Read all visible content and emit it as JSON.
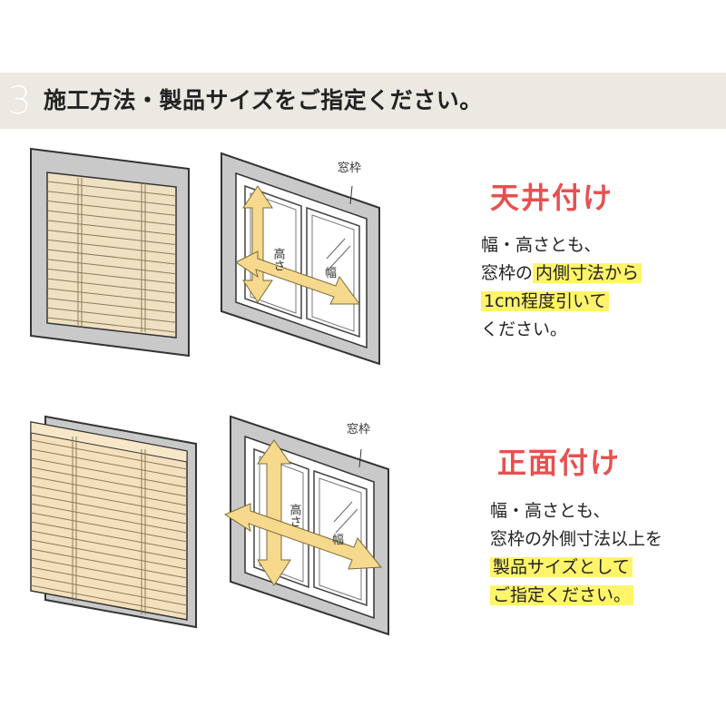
{
  "header": {
    "step": "3",
    "title": "施工方法・製品サイズをご指定ください。"
  },
  "section_inside": {
    "title": "天井付け",
    "frame_label": "窓枠",
    "height_label": "高さ",
    "width_label": "幅",
    "desc_lines": [
      [
        {
          "text": "幅・高さとも、",
          "hl": false
        }
      ],
      [
        {
          "text": "窓枠の",
          "hl": false
        },
        {
          "text": "内側寸法から",
          "hl": true
        }
      ],
      [
        {
          "text": "1cm程度引いて",
          "hl": true
        }
      ],
      [
        {
          "text": "ください。",
          "hl": false
        }
      ]
    ]
  },
  "section_outside": {
    "title": "正面付け",
    "frame_label": "窓枠",
    "height_label": "高さ",
    "width_label": "幅",
    "desc_lines": [
      [
        {
          "text": "幅・高さとも、",
          "hl": false
        }
      ],
      [
        {
          "text": "窓枠の外側寸法以上を",
          "hl": false
        }
      ],
      [
        {
          "text": "製品サイズとして",
          "hl": true
        }
      ],
      [
        {
          "text": "ご指定ください。",
          "hl": true
        }
      ]
    ]
  },
  "colors": {
    "accent_red": "#e8504f",
    "highlight": "#fff46a",
    "frame_gray": "#c5c5c5",
    "blind_beige": "#f4e0bc",
    "arrow_yellow": "#f6d98c"
  }
}
